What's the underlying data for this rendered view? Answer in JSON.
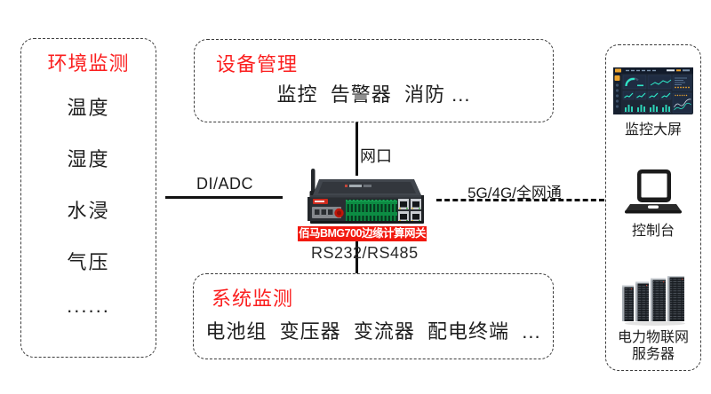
{
  "colors": {
    "accent_red": "#fb1f1f",
    "device_label_bg": "#f2190f",
    "device_label_text": "#ffffff",
    "line_black": "#111111",
    "text_black": "#1f1f1f",
    "dashboard_bg": "#1d2736",
    "dashboard_teal": "#2fe5c6",
    "dashboard_yellow": "#eda52f"
  },
  "env_box": {
    "title": "环境监测",
    "items": [
      "温度",
      "湿度",
      "水浸",
      "气压",
      "......"
    ]
  },
  "device_mgmt_box": {
    "title": "设备管理",
    "content": "监控  告警器  消防 ..."
  },
  "system_box": {
    "title": "系统监测",
    "content": "电池组  变压器  变流器  配电终端  ..."
  },
  "links": {
    "left": "DI/ADC",
    "top": "网口",
    "right": "5G/4G/全网通",
    "bottom": "RS232/RS485"
  },
  "gateway": {
    "label": "佰马BMG700边缘计算网关"
  },
  "right_panel": {
    "screen_label": "监控大屏",
    "console_label": "控制台",
    "server_label_line1": "电力物联网",
    "server_label_line2": "服务器"
  }
}
